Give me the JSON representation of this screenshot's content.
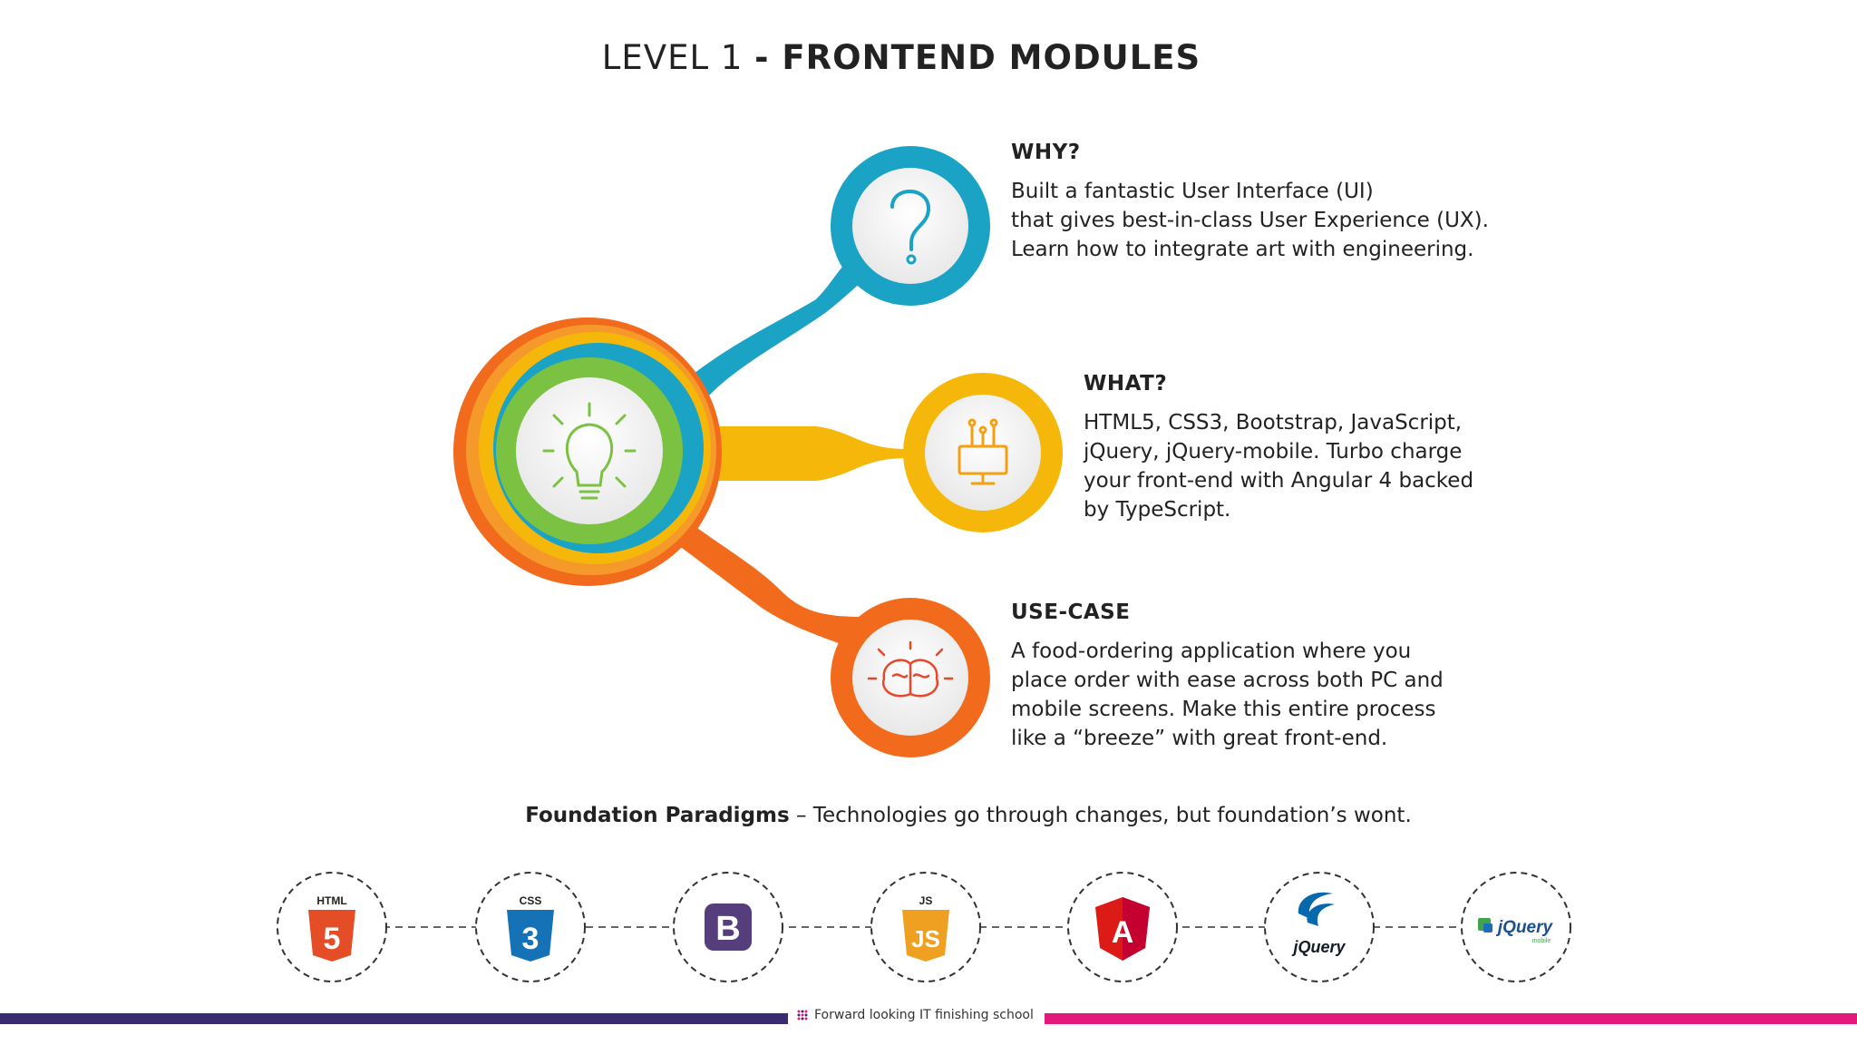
{
  "title": {
    "light": "LEVEL 1",
    "bold": "- FRONTEND MODULES"
  },
  "sections": {
    "why": {
      "heading": "WHY?",
      "lines": [
        "Built a fantastic User Interface (UI)",
        "that gives best-in-class User Experience (UX).",
        "Learn how to integrate art with engineering."
      ],
      "icon": "question-icon",
      "color": "#1aa3c4"
    },
    "what": {
      "heading": "WHAT?",
      "lines": [
        "HTML5, CSS3, Bootstrap, JavaScript,",
        "jQuery, jQuery-mobile. Turbo charge",
        "your front-end with Angular 4 backed",
        "by TypeScript."
      ],
      "icon": "monitor-circuit-icon",
      "color": "#f5b80a"
    },
    "usecase": {
      "heading": "USE-CASE",
      "lines": [
        "A food-ordering application where you",
        "place order with ease across both PC and",
        "mobile screens. Make this entire process",
        "like a “breeze” with great front-end."
      ],
      "icon": "brain-icon",
      "color": "#f26b1d"
    }
  },
  "hub": {
    "icon": "lightbulb-icon",
    "color": "#7cc242"
  },
  "foundation": {
    "bold": "Foundation Paradigms",
    "text": " – Technologies go through changes, but foundation’s wont."
  },
  "tech_logos": [
    {
      "name": "html5-icon",
      "label": "HTML",
      "glyph": "5",
      "color": "#e44d26"
    },
    {
      "name": "css3-icon",
      "label": "CSS",
      "glyph": "3",
      "color": "#1572b6"
    },
    {
      "name": "bootstrap-icon",
      "label": "",
      "glyph": "B",
      "color": "#563d7c"
    },
    {
      "name": "javascript-icon",
      "label": "JS",
      "glyph": "JS",
      "color": "#f0a020"
    },
    {
      "name": "angular-icon",
      "label": "",
      "glyph": "A",
      "color": "#dd1b16"
    },
    {
      "name": "jquery-icon",
      "label": "jQuery",
      "glyph": "",
      "color": "#0769ad"
    },
    {
      "name": "jquery-mobile-icon",
      "label": "jQuery",
      "sublabel": "mobile",
      "glyph": "",
      "color": "#1b4f8f"
    }
  ],
  "footer": {
    "text": "Forward looking IT finishing school",
    "left_color": "#3a2a70",
    "right_color": "#e5187b"
  }
}
